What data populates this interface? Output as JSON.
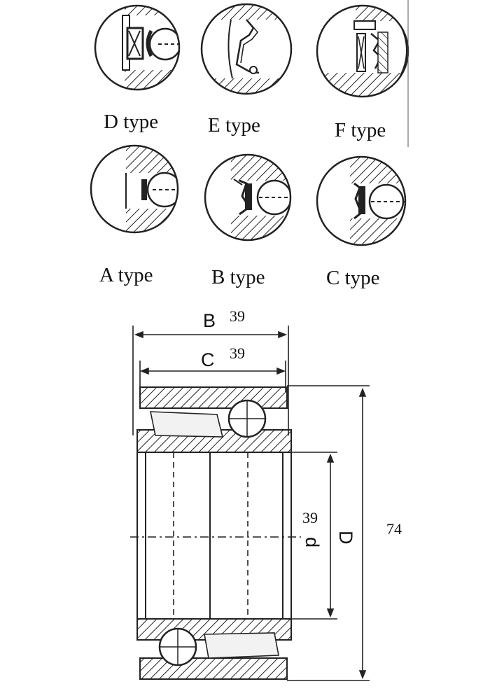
{
  "seal_types": {
    "d": {
      "label": "D type"
    },
    "e": {
      "label": "E type"
    },
    "f": {
      "label": "F type"
    },
    "a": {
      "label": "A type"
    },
    "b": {
      "label": "B type"
    },
    "c": {
      "label": "C type"
    }
  },
  "bearing": {
    "width_b": {
      "symbol": "B",
      "value": "39"
    },
    "width_c": {
      "symbol": "C",
      "value": "39"
    },
    "bore_d": {
      "symbol": "d",
      "value": "39"
    },
    "outer_d": {
      "symbol": "D",
      "value": "74"
    }
  }
}
